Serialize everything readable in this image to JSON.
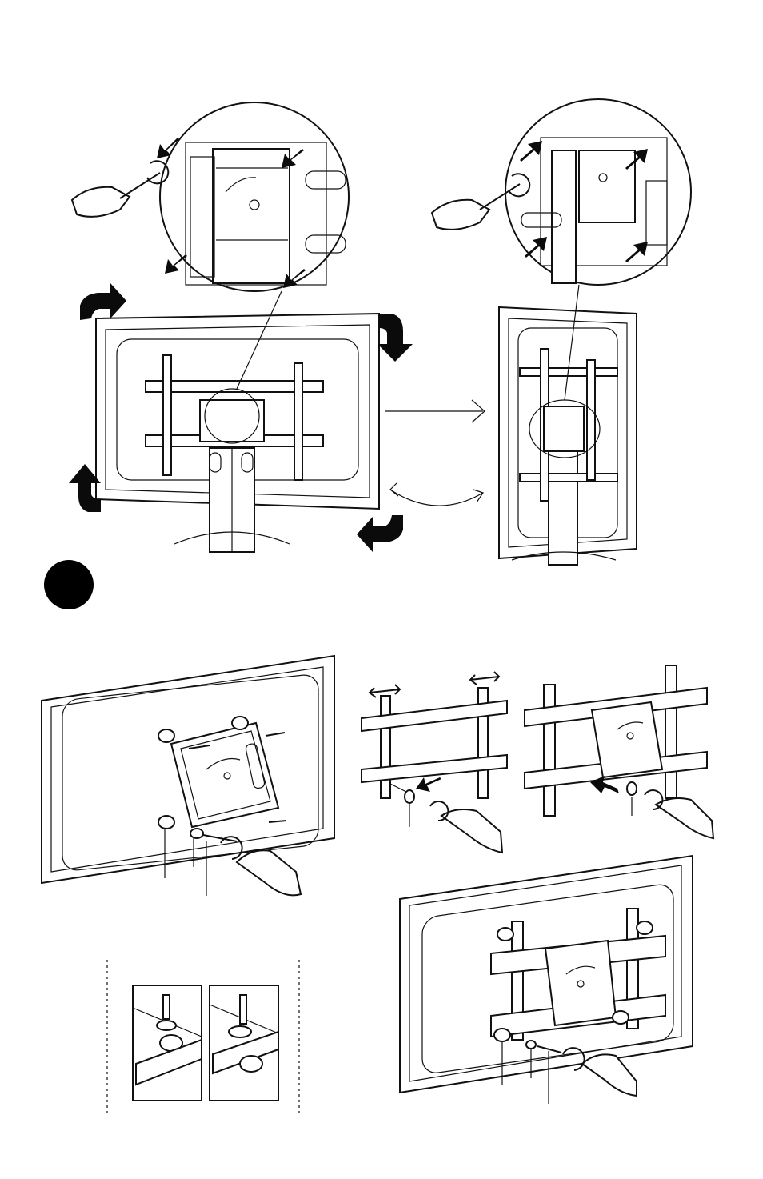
{
  "page": {
    "background": "#ffffff",
    "ink_color": "#111111"
  },
  "figures": [
    {
      "id": "rotate-landscape-to-portrait",
      "icon": "rotation-diagram"
    },
    {
      "id": "attach-bracket-to-tv",
      "icon": "tv-bracket-diagram"
    },
    {
      "id": "adjust-mounting-arms",
      "icon": "mounting-arms-diagram"
    },
    {
      "id": "attach-plate-to-arms",
      "icon": "plate-arms-diagram"
    },
    {
      "id": "spacer-detail",
      "icon": "spacer-detail-diagram"
    },
    {
      "id": "final-assembly",
      "icon": "final-assembly-diagram"
    }
  ],
  "step_marker": {
    "icon": "black-circle-step-marker",
    "color": "#000000"
  }
}
